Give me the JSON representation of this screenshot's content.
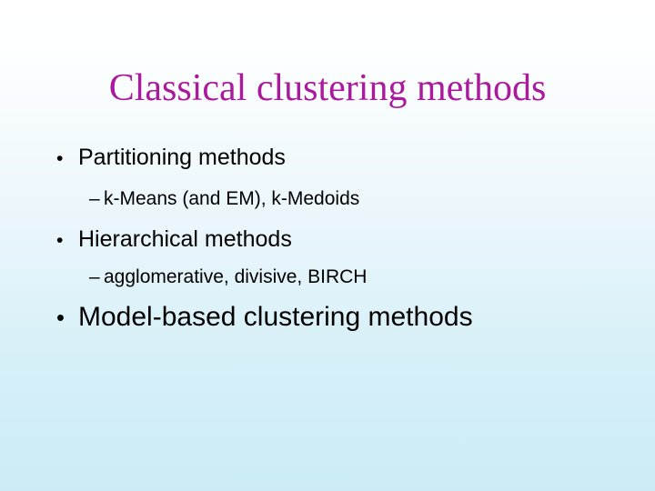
{
  "slide": {
    "title": "Classical clustering methods",
    "title_color": "#aa1a9c",
    "background_top_color": "#ffffff",
    "background_bottom_color": "#cbecf6",
    "text_color": "#000000",
    "bullets": [
      {
        "level": 1,
        "marker": "•",
        "text": "Partitioning methods"
      },
      {
        "level": 2,
        "marker": "–",
        "text": "k-Means (and EM), k-Medoids"
      },
      {
        "level": 1,
        "marker": "•",
        "text": "Hierarchical methods"
      },
      {
        "level": 2,
        "marker": "–",
        "text": "agglomerative, divisive, BIRCH"
      },
      {
        "level": 1,
        "marker": "•",
        "text": "Model-based clustering methods"
      }
    ]
  }
}
